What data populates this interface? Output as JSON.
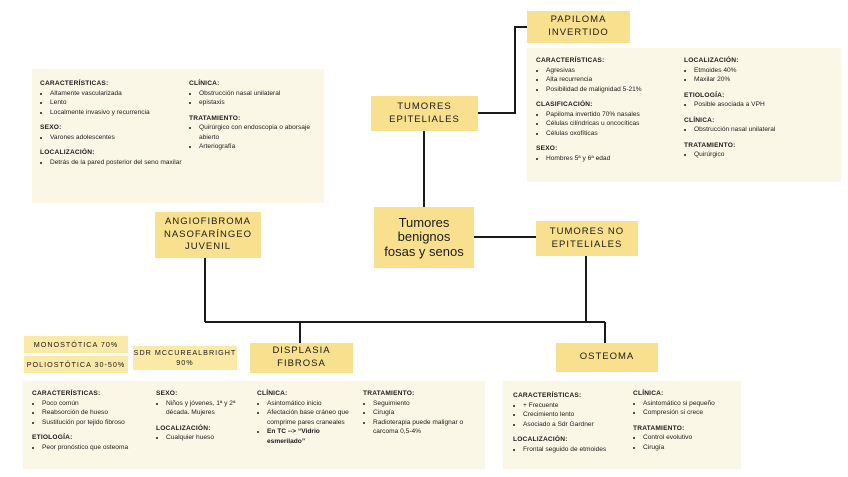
{
  "central": "Tumores\nbenignos\nfosas y senos",
  "boxes": {
    "papiloma": "PAPILOMA\nINVERTIDO",
    "epiteliales": "TUMORES\nEPITELIALES",
    "no_epiteliales": "TUMORES NO\nEPITELIALES",
    "angiofibroma": "ANGIOFIBROMA\nNASOFARÍNGEO\nJUVENIL",
    "displasia": "DISPLASIA\nFIBROSA",
    "osteoma": "OSTEOMA",
    "monostotica": "MONOSTÓTICA 70%",
    "poliostotica": "POLIOSTÓTICA 30-50%",
    "mccune": "SDR MCCUREALBRIGHT\n90%"
  },
  "papiloma_panel": {
    "left": [
      {
        "title": "CARACTERÍSTICAS:",
        "items": [
          "Agresivas",
          "Alta recurrencia",
          "Posibilidad de malignidad 5-21%"
        ]
      },
      {
        "title": "CLASIFICACIÓN:",
        "items": [
          "Papiloma invertido 70% nasales",
          "Células cilíndricas u oncocíticas",
          "Células oxofíticas"
        ]
      },
      {
        "title": "SEXO:",
        "items": [
          "Hombres 5ª y 6ª edad"
        ]
      }
    ],
    "right": [
      {
        "title": "LOCALIZACIÓN:",
        "items": [
          "Etmoides 40%",
          "Maxilar 20%"
        ]
      },
      {
        "title": "ETIOLOGÍA:",
        "items": [
          "Posible asociada a VPH"
        ]
      },
      {
        "title": "CLÍNICA:",
        "items": [
          "Obstrucción nasal unilateral"
        ]
      },
      {
        "title": "TRATAMIENTO:",
        "items": [
          "Quirúrgico"
        ]
      }
    ]
  },
  "angio_panel": {
    "left": [
      {
        "title": "CARACTERÍSTICAS:",
        "items": [
          "Altamente vascularizada",
          "Lento",
          "Localmente invasivo y recurrencia"
        ]
      },
      {
        "title": "SEXO:",
        "items": [
          "Varones adolescentes"
        ]
      },
      {
        "title": "LOCALIZACIÓN:",
        "items": [
          "Detrás de la pared posterior del seno maxilar"
        ]
      }
    ],
    "right": [
      {
        "title": "CLÍNICA:",
        "items": [
          "Obstrucción nasal unilateral",
          "epistaxis"
        ]
      },
      {
        "title": "TRATAMIENTO:",
        "items": [
          "Quirúrgico con endoscopia o aborsaje abierto",
          "Arteriografía"
        ]
      }
    ]
  },
  "displasia_panel": {
    "c1": [
      {
        "title": "CARACTERÍSTICAS:",
        "items": [
          "Poco común",
          "Reabsorción de hueso",
          "Sustitución por tejido fibroso"
        ]
      },
      {
        "title": "ETIOLOGÍA:",
        "items": [
          "Peor pronóstico que osteoma"
        ]
      }
    ],
    "c2": [
      {
        "title": "SEXO:",
        "items": [
          "Niños y jóvenes, 1ª y 2ª década. Mujeres"
        ]
      },
      {
        "title": "LOCALIZACIÓN:",
        "items": [
          "Cualquier hueso"
        ]
      }
    ],
    "c3": [
      {
        "title": "CLÍNICA:",
        "items": [
          "Asintomático inicio",
          "Afectación base cráneo que comprime pares craneales",
          "En TC --> “Vidrio esmerilado”"
        ]
      }
    ],
    "c4": [
      {
        "title": "TRATAMIENTO:",
        "items": [
          "Seguimiento",
          "Cirugía",
          "Radioterapia puede malignar o carcoma 0,5-4%"
        ]
      }
    ]
  },
  "osteoma_panel": {
    "left": [
      {
        "title": "CARACTERÍSTICAS:",
        "items": [
          "+ Frecuente",
          "Crecimiento lento",
          "Asociado a Sdr Gardner"
        ]
      },
      {
        "title": "LOCALIZACIÓN:",
        "items": [
          "Frontal seguido de etmoides"
        ]
      }
    ],
    "right": [
      {
        "title": "CLÍNICA:",
        "items": [
          "Asintomático si pequeño",
          "Compresión si crece"
        ]
      },
      {
        "title": "TRATAMIENTO:",
        "items": [
          "Control evolutivo",
          "Cirugía"
        ]
      }
    ]
  }
}
